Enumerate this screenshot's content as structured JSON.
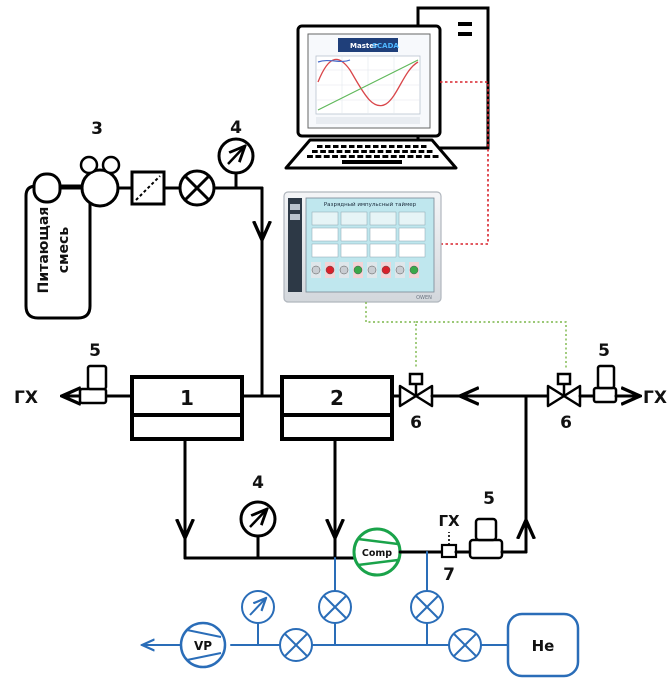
{
  "labels": {
    "n1": "1",
    "n2": "2",
    "n3": "3",
    "n4_top": "4",
    "n4_bottom": "4",
    "n5_left": "5",
    "n5_right": "5",
    "n5_bottom": "5",
    "n6_left": "6",
    "n6_right": "6",
    "n7": "7",
    "gx_left": "ГХ",
    "gx_right": "ГХ",
    "gx_bottom": "ГХ",
    "comp": "Comp",
    "vp": "VP",
    "he": "He",
    "feed_line1": "Питающая",
    "feed_line2": "смесь"
  },
  "monitor": {
    "brand_prefix": "Master",
    "brand_suffix": "SCADA"
  },
  "hmi": {
    "title": "Разрядный импульсный таймер",
    "brand": "OWEN"
  },
  "colors": {
    "line": "#000000",
    "vacuum": "#2a6db8",
    "compressor": "#1aa34a",
    "hmi_link": "#7ab648",
    "pc_link": "#d9232d"
  }
}
